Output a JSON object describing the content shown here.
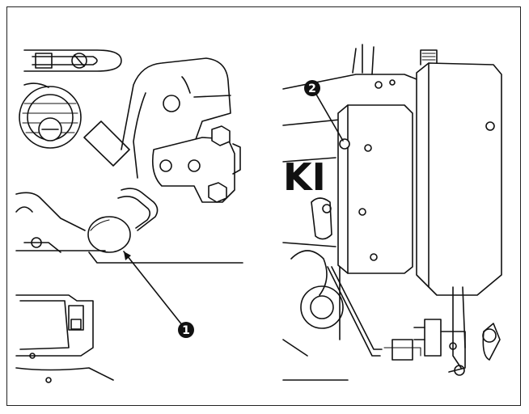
{
  "figure": {
    "callouts": [
      {
        "label": "1"
      },
      {
        "label": "2"
      }
    ],
    "brand_mark": "KI",
    "colors": {
      "line": "#111111",
      "background": "#ffffff",
      "border": "#222222"
    }
  }
}
